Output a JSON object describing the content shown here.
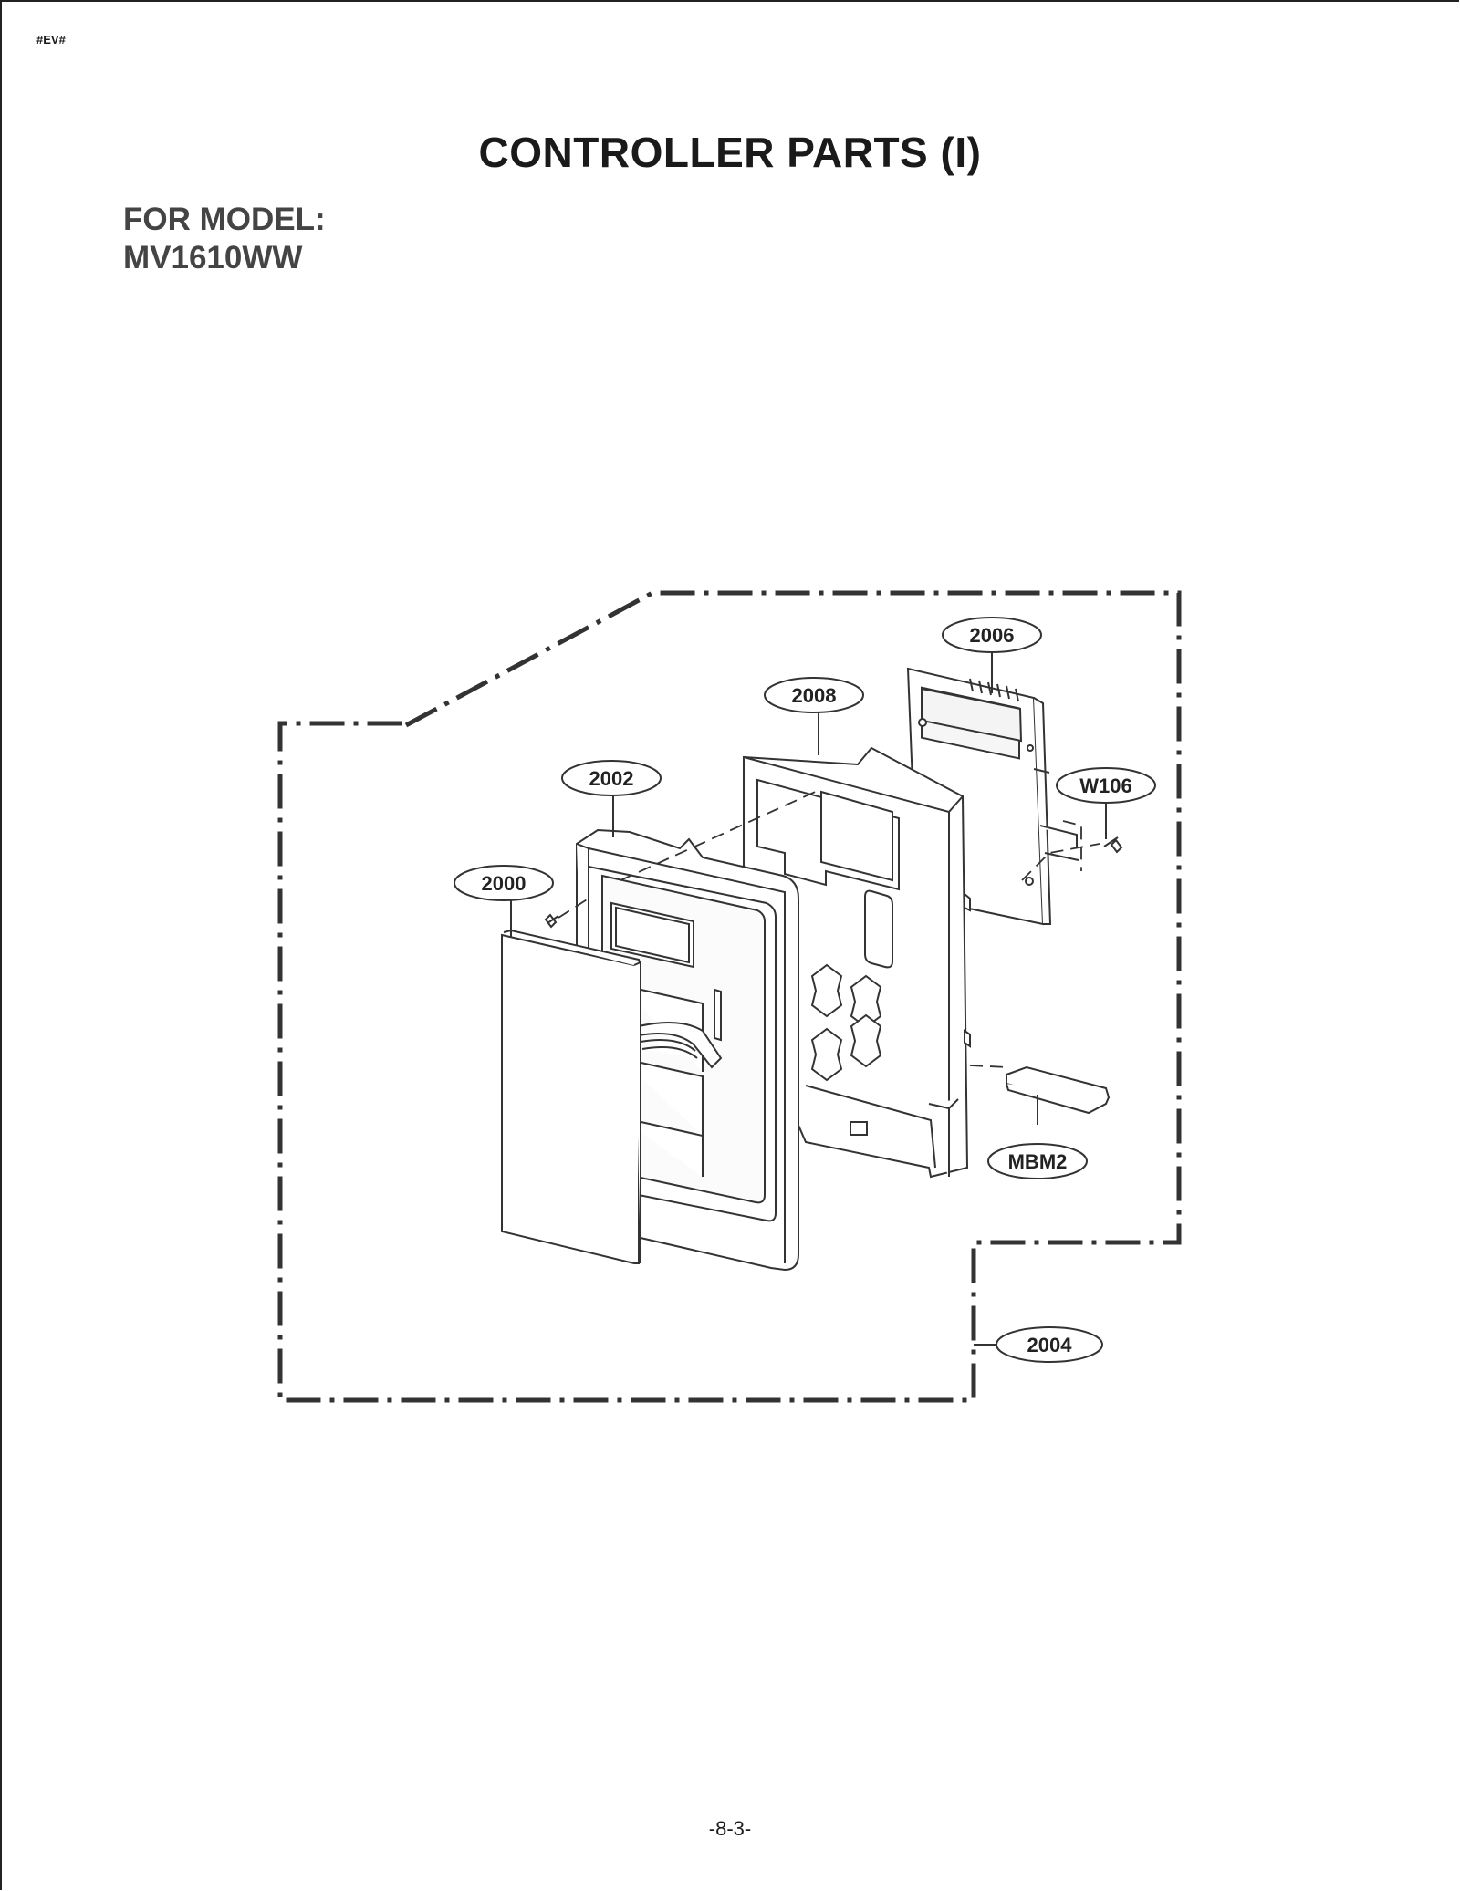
{
  "header": {
    "doc_code": "#EV#"
  },
  "title": "CONTROLLER PARTS (I)",
  "model": {
    "label": "FOR MODEL:",
    "value": "MV1610WW"
  },
  "parts": [
    {
      "id": "part-2006",
      "label": "2006"
    },
    {
      "id": "part-2008",
      "label": "2008"
    },
    {
      "id": "part-2002",
      "label": "2002"
    },
    {
      "id": "part-w106",
      "label": "W106"
    },
    {
      "id": "part-2000",
      "label": "2000"
    },
    {
      "id": "part-mbm2",
      "label": "MBM2"
    },
    {
      "id": "part-2004",
      "label": "2004"
    }
  ],
  "footer": {
    "page_number": "-8-3-"
  }
}
